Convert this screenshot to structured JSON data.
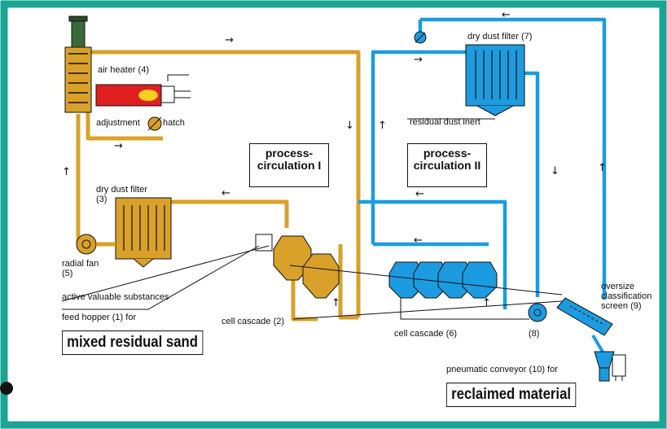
{
  "labels": {
    "air_heater": "air heater (4)",
    "adjustment": "adjustment",
    "hatch": "hatch",
    "dry_dust_filter_3_a": "dry dust filter",
    "dry_dust_filter_3_b": "(3)",
    "radial_fan_a": "radial fan",
    "radial_fan_b": "(5)",
    "active_substances": "active valuable substances",
    "feed_hopper": "feed hopper (1) for",
    "cell_cascade_2": "cell cascade (2)",
    "dry_dust_filter_7": "dry dust filter (7)",
    "residual_dust_inert": "residual dust inert",
    "cell_cascade_6": "cell cascade (6)",
    "fan_8": "(8)",
    "oversize_a": "oversize",
    "oversize_b": "classification",
    "oversize_c": "screen (9)",
    "pneumatic_conveyor": "pneumatic conveyor (10) for"
  },
  "boxes": {
    "process_1_line1": "process-",
    "process_1_line2": "circulation I",
    "process_2_line1": "process-",
    "process_2_line2": "circulation II",
    "mixed_residual_sand": "mixed residual sand",
    "reclaimed_material": "reclaimed material"
  },
  "colors": {
    "frame": "#19a493",
    "circuit_1": "#d9a12a",
    "circuit_2": "#1d9be0",
    "heater_flame": "#e02020"
  }
}
